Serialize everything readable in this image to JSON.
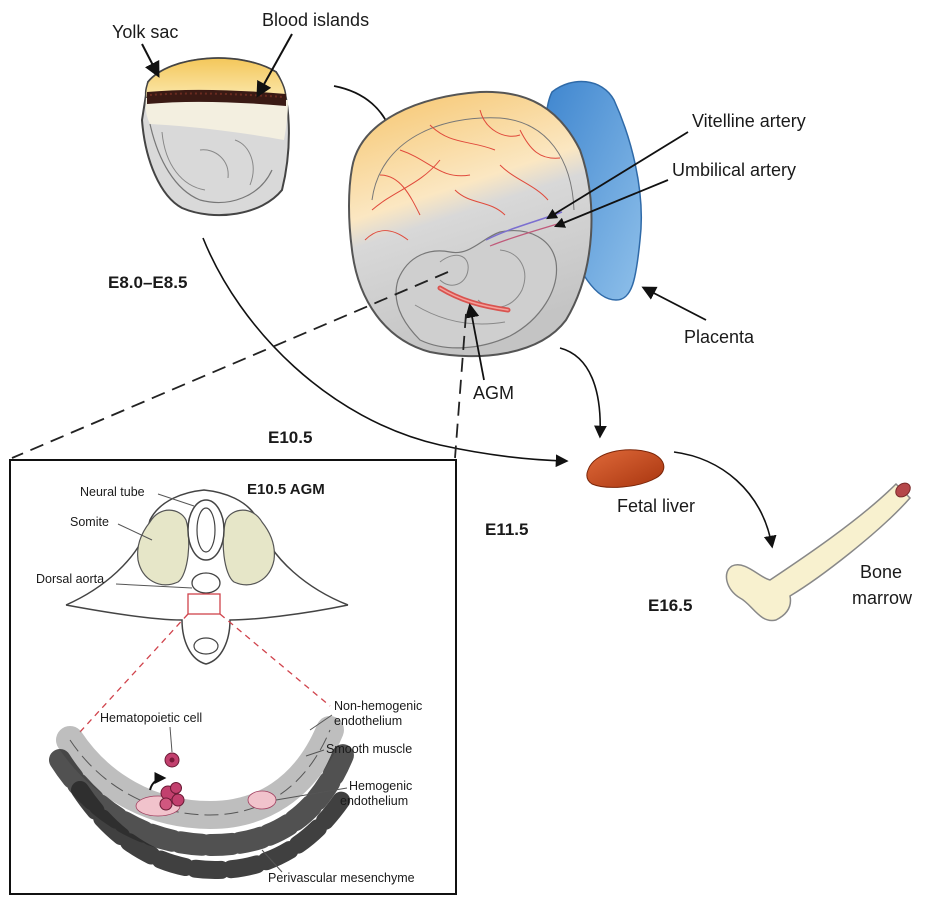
{
  "labels": {
    "yolk_sac": "Yolk sac",
    "blood_islands": "Blood islands",
    "vitelline_artery": "Vitelline artery",
    "umbilical_artery": "Umbilical artery",
    "placenta": "Placenta",
    "agm": "AGM",
    "fetal_liver": "Fetal liver",
    "bone_marrow_line1": "Bone",
    "bone_marrow_line2": "marrow"
  },
  "stages": {
    "e8": "E8.0–E8.5",
    "e10": "E10.5",
    "e11": "E11.5",
    "e16": "E16.5"
  },
  "inset": {
    "title": "E10.5 AGM",
    "neural_tube": "Neural tube",
    "somite": "Somite",
    "dorsal_aorta": "Dorsal aorta",
    "hematopoietic_cell": "Hematopoietic cell",
    "non_hemogenic_1": "Non-hemogenic",
    "non_hemogenic_2": "endothelium",
    "smooth_muscle": "Smooth muscle",
    "hemogenic_1": "Hemogenic",
    "hemogenic_2": "endothelium",
    "perivascular": "Perivascular mesenchyme"
  },
  "colors": {
    "yolk": "#f6cf6a",
    "placenta": "#5b9bd5",
    "embryo_gray": "#cfcfcf",
    "vessel_red": "#d9534f",
    "liver": "#c8481c",
    "bone": "#f8f1cf",
    "somite": "#e6e6c8",
    "cell_pink": "#c2406e"
  }
}
